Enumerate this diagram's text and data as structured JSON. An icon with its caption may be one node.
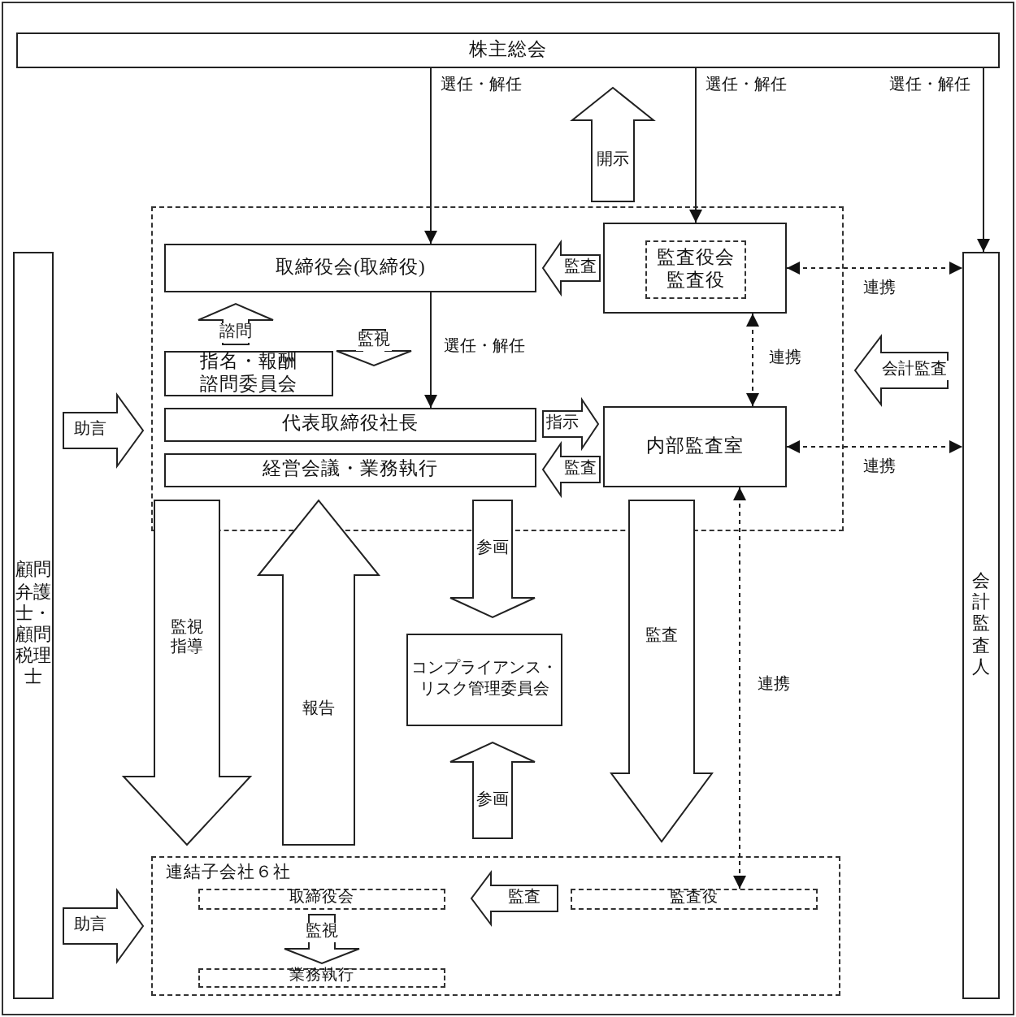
{
  "diagram": {
    "nodes": [
      {
        "text": [
          "株主総会"
        ]
      },
      {
        "text": [],
        "shape": "box"
      },
      {
        "text": [
          "取締役会(取締役)"
        ],
        "in": 1
      },
      {
        "text": [],
        "shape": "box",
        "in": 1
      },
      {
        "text": [
          "監査役会",
          "監査役"
        ],
        "in": 3
      },
      {
        "text": [
          "指名・報酬諮問委員会"
        ],
        "in": 1
      },
      {
        "text": [
          "代表取締役社長"
        ],
        "in": 1
      },
      {
        "text": [
          "経営会議・業務執行"
        ],
        "in": 1
      },
      {
        "text": [
          "内部監査室"
        ],
        "in": 1
      },
      {
        "text": [
          "顧問弁護士・顧問税理士"
        ]
      },
      {
        "text": [
          "会計監査人"
        ]
      },
      {
        "text": [
          "コンプライアンス・リスク管理委員会"
        ]
      },
      {
        "text": [
          "連結子会社６社"
        ]
      },
      {
        "text": [
          "取締役会"
        ],
        "in": 12
      },
      {
        "text": [
          "業務執行"
        ],
        "in": 12
      },
      {
        "text": [
          "監査役"
        ],
        "in": 12
      }
    ],
    "edges": [
      {
        "from": 0,
        "to": 2,
        "arrow": "to",
        "label": "選任・解任"
      },
      {
        "from": 0,
        "to": 3,
        "arrow": "to",
        "label": "選任・解任"
      },
      {
        "from": 0,
        "to": 10,
        "arrow": "to",
        "label": "選任・解任"
      },
      {
        "from": 2,
        "to": 6,
        "arrow": "to",
        "label": "選任・解任"
      },
      {
        "from": 3,
        "to": 8,
        "arrow": "both",
        "label": "連携",
        "style": "dashed"
      },
      {
        "from": 3,
        "to": 10,
        "arrow": "both",
        "label": "連携",
        "style": "dashed"
      },
      {
        "from": 8,
        "to": 10,
        "arrow": "both",
        "label": "連携",
        "style": "dashed"
      },
      {
        "from": 8,
        "to": 15,
        "arrow": "both",
        "label": "連携",
        "style": "dashed"
      },
      {
        "from": 1,
        "to": 0,
        "arrow": "to",
        "label": "開示",
        "style": "thick"
      },
      {
        "from": 3,
        "to": 2,
        "arrow": "to",
        "label": "監査",
        "style": "thick"
      },
      {
        "from": 5,
        "to": 2,
        "arrow": "to",
        "label": "諮問",
        "style": "thick"
      },
      {
        "from": 2,
        "to": 6,
        "arrow": "to",
        "label": "監視",
        "style": "thick"
      },
      {
        "from": 6,
        "to": 8,
        "arrow": "to",
        "label": "指示",
        "style": "thick"
      },
      {
        "from": 8,
        "to": 7,
        "arrow": "to",
        "label": "監査",
        "style": "thick"
      },
      {
        "from": 10,
        "to": 1,
        "arrow": "to",
        "label": "会計監査",
        "style": "thick"
      },
      {
        "from": 9,
        "to": 1,
        "arrow": "to",
        "label": "助言",
        "style": "thick"
      },
      {
        "from": 9,
        "to": 12,
        "arrow": "to",
        "label": "助言",
        "style": "thick"
      },
      {
        "from": 7,
        "to": 12,
        "arrow": "to",
        "label": "監視指導",
        "style": "thick"
      },
      {
        "from": 12,
        "to": 7,
        "arrow": "to",
        "label": "報告",
        "style": "thick"
      },
      {
        "from": 7,
        "to": 11,
        "arrow": "to",
        "label": "参画",
        "style": "thick"
      },
      {
        "from": 12,
        "to": 11,
        "arrow": "to",
        "label": "参画",
        "style": "thick"
      },
      {
        "from": 8,
        "to": 12,
        "arrow": "to",
        "label": "監査",
        "style": "thick"
      },
      {
        "from": 15,
        "to": 13,
        "arrow": "to",
        "label": "監査",
        "style": "thick"
      },
      {
        "from": 13,
        "to": 14,
        "arrow": "to",
        "label": "監視",
        "style": "thick"
      }
    ]
  }
}
